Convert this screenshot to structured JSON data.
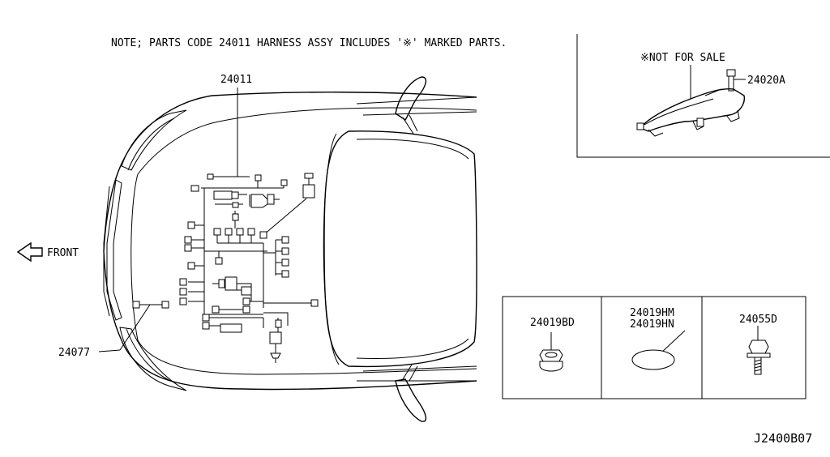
{
  "note": "NOTE; PARTS CODE 24011 HARNESS ASSY INCLUDES '※' MARKED PARTS.",
  "front_label": "FRONT",
  "inset": {
    "not_for_sale": "※NOT FOR SALE",
    "bolt_part": "24020A"
  },
  "callouts": {
    "harness": "24011",
    "sub_harness": "24077"
  },
  "parts_table": [
    {
      "code": "24019BD"
    },
    {
      "code": "24019HM",
      "code2": "24019HN"
    },
    {
      "code": "24055D"
    }
  ],
  "diagram_id": "J2400B07"
}
